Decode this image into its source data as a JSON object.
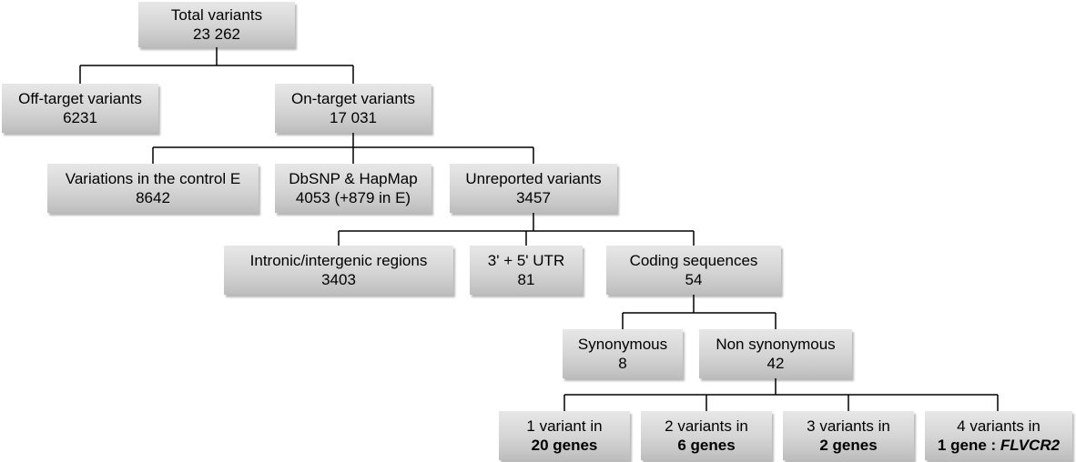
{
  "nodes": {
    "total": {
      "line1": "Total variants",
      "line2": "23 262"
    },
    "off_target": {
      "line1": "Off-target variants",
      "line2": "6231"
    },
    "on_target": {
      "line1": "On-target variants",
      "line2": "17 031"
    },
    "control": {
      "line1": "Variations in the control E",
      "line2": "8642"
    },
    "dbsnp": {
      "line1": "DbSNP & HapMap",
      "line2": "4053 (+879 in E)"
    },
    "unreported": {
      "line1": "Unreported variants",
      "line2": "3457"
    },
    "intronic": {
      "line1": "Intronic/intergenic regions",
      "line2": "3403"
    },
    "utr": {
      "line1": "3' + 5' UTR",
      "line2": "81"
    },
    "coding": {
      "line1": "Coding sequences",
      "line2": "54"
    },
    "synonymous": {
      "line1": "Synonymous",
      "line2": "8"
    },
    "nonsynonymous": {
      "line1": "Non synonymous",
      "line2": "42"
    },
    "v1": {
      "line1": "1 variant in",
      "line2": "20 genes"
    },
    "v2": {
      "line1": "2 variants in",
      "line2": "6 genes"
    },
    "v3": {
      "line1": "3 variants in",
      "line2": "2 genes"
    },
    "v4": {
      "line1": "4 variants in",
      "line2_prefix": "1 gene : ",
      "line2_gene": "FLVCR2"
    }
  }
}
